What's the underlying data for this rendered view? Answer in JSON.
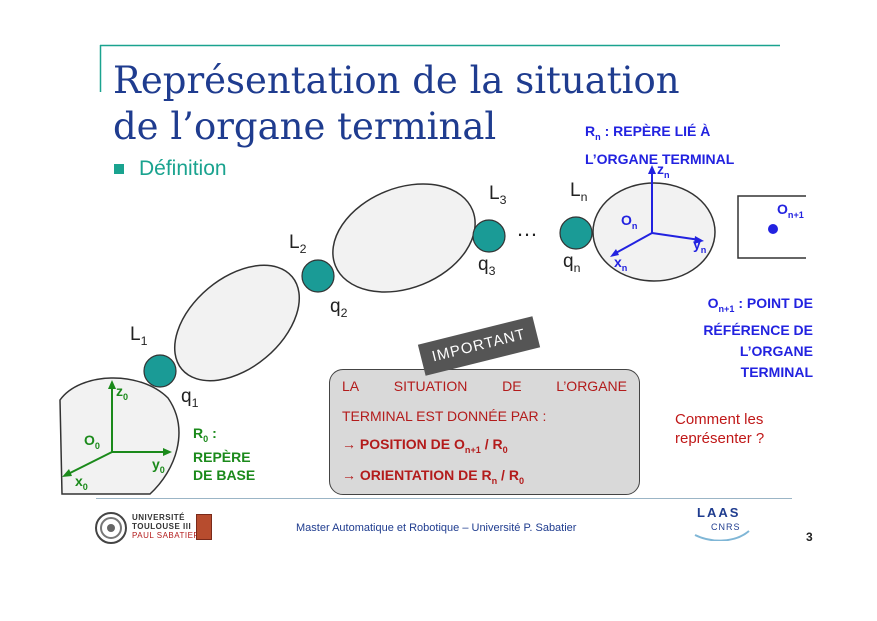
{
  "slide": {
    "title_line1": "Représentation de la situation",
    "title_line2": "de l’organe terminal",
    "bullet": "Définition"
  },
  "rn_label": {
    "main": "R",
    "sub": "n",
    "rest": " : REPÈRE LIÉ À",
    "line2": "L’ORGANE TERMINAL"
  },
  "on1_label": {
    "main": "O",
    "sub": "n+1",
    "rest": " : POINT DE",
    "line2": "RÉFÉRENCE DE",
    "line3": "L’ORGANE",
    "line4": "TERMINAL"
  },
  "r0_label": {
    "main": "R",
    "sub": "0",
    "rest": " :",
    "line2": "REPÈRE",
    "line3": "DE BASE"
  },
  "robot": {
    "link_prefix": "L",
    "joint_prefix": "q",
    "links": [
      "1",
      "2",
      "3",
      "n"
    ],
    "joints": [
      "1",
      "2",
      "3",
      "n"
    ],
    "ellipsis": "…"
  },
  "frames": {
    "base": {
      "z": "z",
      "y": "y",
      "x": "x",
      "o": "O",
      "sub": "0"
    },
    "end": {
      "z": "z",
      "y": "y",
      "x": "x",
      "o": "O",
      "sub": "n"
    },
    "point": {
      "o": "O",
      "sub": "n+1"
    }
  },
  "stamp": "IMPORTANT",
  "info_box": {
    "line1_words": [
      "LA",
      "SITUATION",
      "DE",
      "L’ORGANE"
    ],
    "line2": "TERMINAL EST DONNÉE PAR :",
    "bullet1": {
      "arrow": "→",
      "text": "POSITION DE O",
      "sub1": "n+1",
      "mid": " / R",
      "sub2": "0"
    },
    "bullet2": {
      "arrow": "→",
      "text": "ORIENTATION DE R",
      "sub1": "n",
      "mid": " / R",
      "sub2": "0"
    }
  },
  "question": {
    "line1": "Comment les",
    "line2": "représenter ?"
  },
  "footer": {
    "course": "Master Automatique et Robotique  –  Université P. Sabatier",
    "page": "3",
    "ut_line1": "UNIVERSITÉ",
    "ut_line2": "TOULOUSE III",
    "ut_line3": "PAUL SABATIER",
    "laas": "LAAS",
    "cnrs": "CNRS"
  },
  "colors": {
    "title": "#1f3c8f",
    "accent": "#1aa38f",
    "joint": "#1a9b96",
    "blue_label": "#2222e0",
    "green_label": "#1b8a1b",
    "red_text": "#c01818"
  }
}
